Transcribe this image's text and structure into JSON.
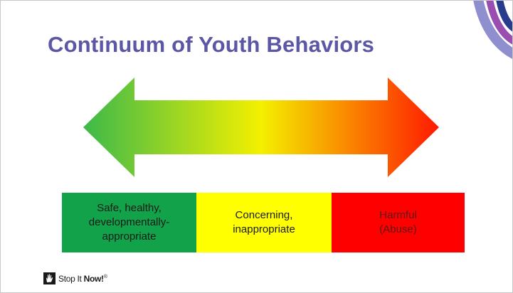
{
  "slide": {
    "title": "Continuum of Youth Behaviors"
  },
  "continuum": {
    "arrow_colors": [
      "#3cb94a",
      "#f4f000",
      "#ff1a00"
    ],
    "segments": [
      {
        "label": "Safe, healthy,\ndevelopmentally-\nappropriate",
        "color": "#11a24a"
      },
      {
        "label": "Concerning,\ninappropriate",
        "color": "#ffff00"
      },
      {
        "label": "Harmful\n(Abuse)",
        "color": "#ff0000"
      }
    ]
  },
  "logo": {
    "text_regular": "Stop It ",
    "text_bold": "Now!",
    "text_mark": "®"
  }
}
